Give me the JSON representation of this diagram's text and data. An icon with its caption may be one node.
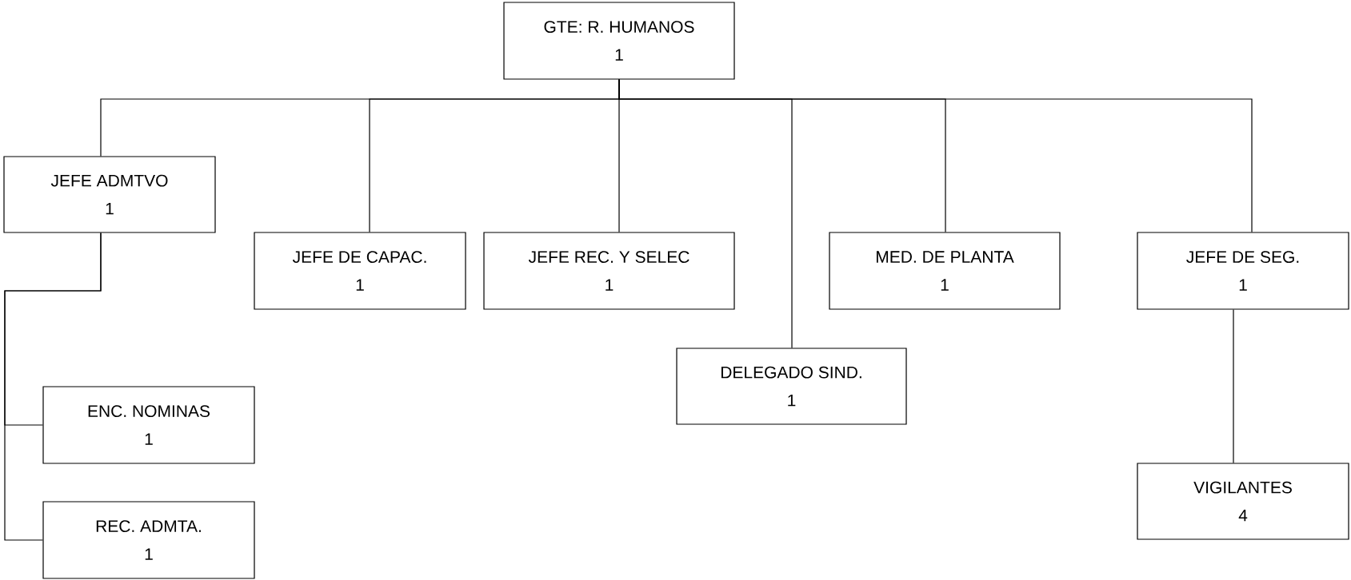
{
  "diagram": {
    "nodes": [
      {
        "text": [
          "GTE: R. HUMANOS",
          "1"
        ]
      },
      {
        "text": [
          "JEFE ADMTVO",
          "1"
        ]
      },
      {
        "text": [
          "JEFE DE CAPAC.",
          "1"
        ]
      },
      {
        "text": [
          "JEFE REC. Y SELEC",
          "1"
        ]
      },
      {
        "text": [
          "MED. DE PLANTA",
          "1"
        ]
      },
      {
        "text": [
          "JEFE DE SEG.",
          "1"
        ]
      },
      {
        "text": [
          "DELEGADO SIND.",
          "1"
        ]
      },
      {
        "text": [
          "ENC. NOMINAS",
          "1"
        ]
      },
      {
        "text": [
          "REC. ADMTA.",
          "1"
        ]
      },
      {
        "text": [
          "VIGILANTES",
          "4"
        ]
      }
    ],
    "edges": [
      {
        "from": 0,
        "to": 1,
        "arrow": "none"
      },
      {
        "from": 0,
        "to": 2,
        "arrow": "none"
      },
      {
        "from": 0,
        "to": 3,
        "arrow": "none"
      },
      {
        "from": 0,
        "to": 6,
        "arrow": "none"
      },
      {
        "from": 0,
        "to": 4,
        "arrow": "none"
      },
      {
        "from": 0,
        "to": 5,
        "arrow": "none"
      },
      {
        "from": 1,
        "to": 7,
        "arrow": "none"
      },
      {
        "from": 1,
        "to": 8,
        "arrow": "none"
      },
      {
        "from": 5,
        "to": 9,
        "arrow": "none"
      }
    ]
  }
}
